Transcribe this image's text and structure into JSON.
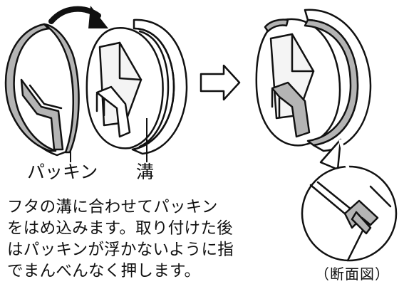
{
  "labels": {
    "packing": "パッキン",
    "groove": "溝",
    "section_view": "（断面図）"
  },
  "instructions": [
    "フタの溝に合わせてパッキン",
    "をはめ込みます。取り付けた後",
    "はパッキンが浮かないように指",
    "でまんべんなく押します。"
  ],
  "colors": {
    "line": "#111111",
    "gasket_fill": "#b4b4b4",
    "background": "#ffffff"
  },
  "icons": {
    "step_arrow": "hollow-right-arrow",
    "attach_arrow": "curved-arrow"
  }
}
